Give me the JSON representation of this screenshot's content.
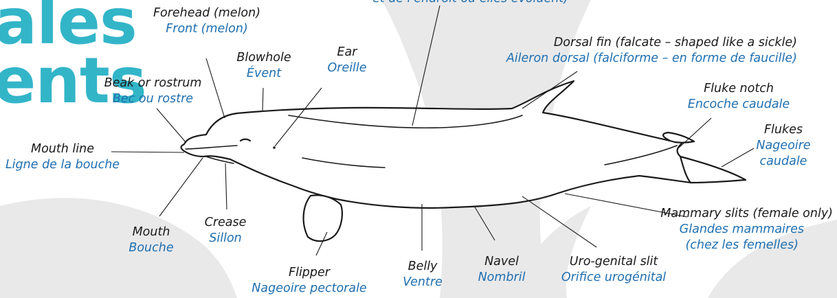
{
  "header": {
    "title_line1": "ales",
    "title_line2": "ents",
    "accent_color": "#33b5c8"
  },
  "top_label_fr_cont": "et de l'endroit où elles évoluent)",
  "colors": {
    "english": "#1a1a1a",
    "french": "#1f6fb0",
    "background_shape": "#e9e9ea",
    "outline": "#1a1a1a"
  },
  "labels": {
    "forehead": {
      "en": "Forehead (melon)",
      "fr": "Front (melon)"
    },
    "blowhole": {
      "en": "Blowhole",
      "fr": "Évent"
    },
    "ear": {
      "en": "Ear",
      "fr": "Oreille"
    },
    "beak": {
      "en": "Beak or rostrum",
      "fr": "Bec ou rostre"
    },
    "dorsal": {
      "en": "Dorsal fin (falcate – shaped like a sickle)",
      "fr": "Aileron dorsal (falciforme – en forme de faucille)"
    },
    "fluke_notch": {
      "en": "Fluke notch",
      "fr": "Encoche caudale"
    },
    "flukes": {
      "en": "Flukes",
      "fr_1": "Nageoire",
      "fr_2": "caudale"
    },
    "mouth_line": {
      "en": "Mouth line",
      "fr": "Ligne de la bouche"
    },
    "mouth": {
      "en": "Mouth",
      "fr": "Bouche"
    },
    "crease": {
      "en": "Crease",
      "fr": "Sillon"
    },
    "flipper": {
      "en": "Flipper",
      "fr": "Nageoire pectorale"
    },
    "belly": {
      "en": "Belly",
      "fr": "Ventre"
    },
    "navel": {
      "en": "Navel",
      "fr": "Nombril"
    },
    "urogenital": {
      "en": "Uro-genital slit",
      "fr": "Orifice urogénital"
    },
    "mammary": {
      "en": "Mammary slits (female only)",
      "fr_1": "Glandes mammaires",
      "fr_2": "(chez les femelles)"
    }
  }
}
